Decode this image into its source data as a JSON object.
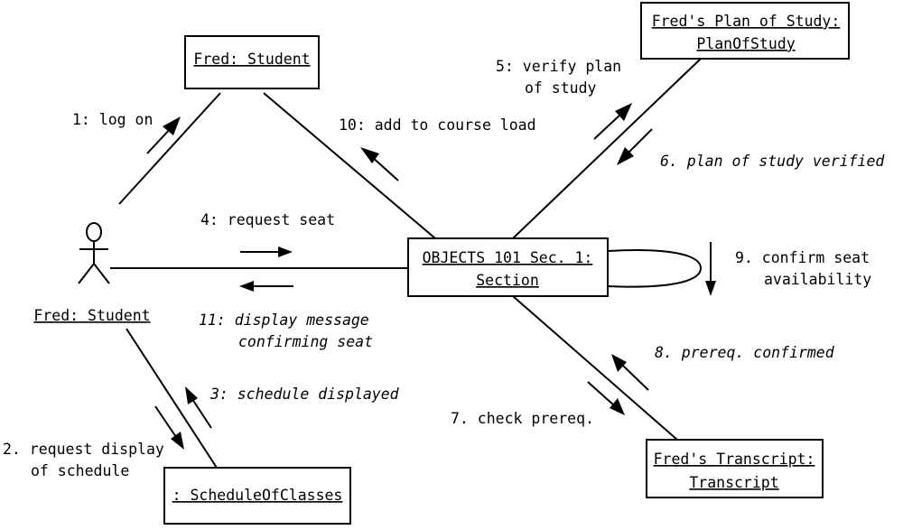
{
  "objects": {
    "student_top": {
      "line1": "Fred: Student"
    },
    "plan": {
      "line1": "Fred's Plan of Study:",
      "line2": "PlanOfStudy"
    },
    "section": {
      "line1": "OBJECTS 101 Sec. 1:",
      "line2": "Section"
    },
    "transcript": {
      "line1": "Fred's Transcript:",
      "line2": "Transcript"
    },
    "schedule": {
      "line1": ": ScheduleOfClasses"
    }
  },
  "actor": {
    "label": "Fred: Student"
  },
  "messages": {
    "m1": {
      "lines": [
        "1: log on"
      ]
    },
    "m2": {
      "lines": [
        "2. request display",
        "of schedule"
      ]
    },
    "m3": {
      "lines": [
        "3: schedule displayed"
      ]
    },
    "m4": {
      "lines": [
        "4: request seat"
      ]
    },
    "m5": {
      "lines": [
        "5: verify plan",
        "of study"
      ]
    },
    "m6": {
      "lines": [
        "6. plan of study verified"
      ]
    },
    "m7": {
      "lines": [
        "7. check prereq."
      ]
    },
    "m8": {
      "lines": [
        "8. prereq. confirmed"
      ]
    },
    "m9": {
      "lines": [
        "9. confirm seat",
        "availability"
      ]
    },
    "m10": {
      "lines": [
        "10: add to course load"
      ]
    },
    "m11": {
      "lines": [
        "11: display message",
        "confirming seat"
      ]
    }
  }
}
